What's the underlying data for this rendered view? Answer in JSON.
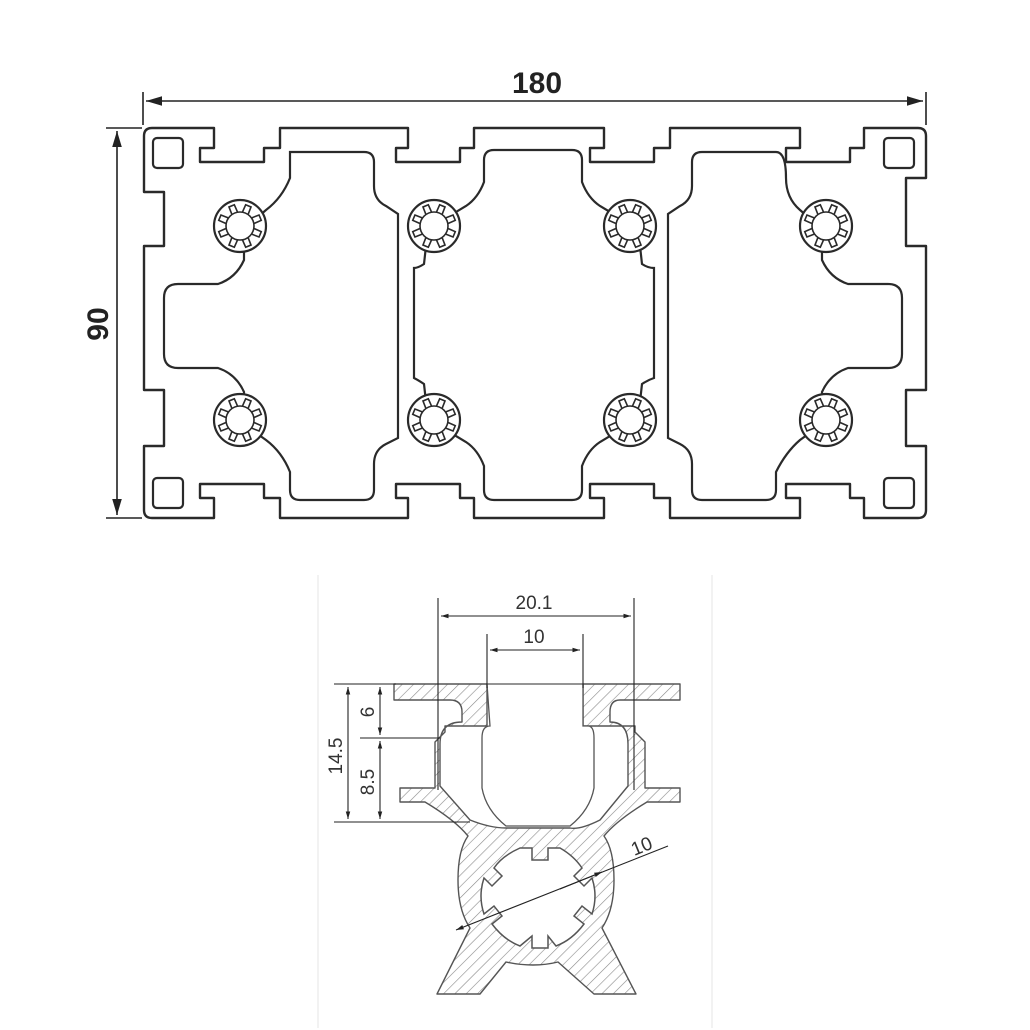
{
  "main_view": {
    "width_label": "180",
    "height_label": "90"
  },
  "detail_view": {
    "dim_outer_width": "20.1",
    "dim_slot_width": "10",
    "dim_total_height": "14.5",
    "dim_upper": "6",
    "dim_lower": "8.5",
    "dim_core_diameter": "10"
  }
}
